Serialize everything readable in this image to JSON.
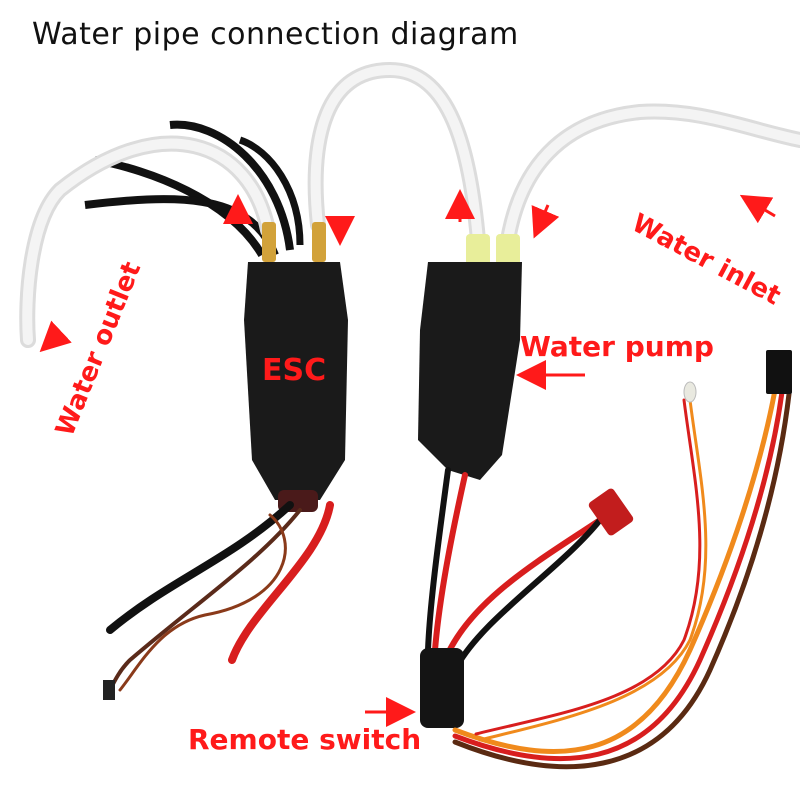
{
  "title": "Water pipe connection diagram",
  "labels": {
    "esc": "ESC",
    "water_pump": "Water pump",
    "water_inlet": "Water inlet",
    "water_outlet": "Water outlet",
    "remote_switch": "Remote switch"
  },
  "colors": {
    "annotation": "#ff1a1a",
    "tube": "#e8e8e8",
    "body": "#1a1a1a",
    "red_wire": "#d81e1e",
    "orange_wire": "#f08a1c",
    "brass": "#d2a23a",
    "connector_yellow": "#e8ee9a"
  }
}
